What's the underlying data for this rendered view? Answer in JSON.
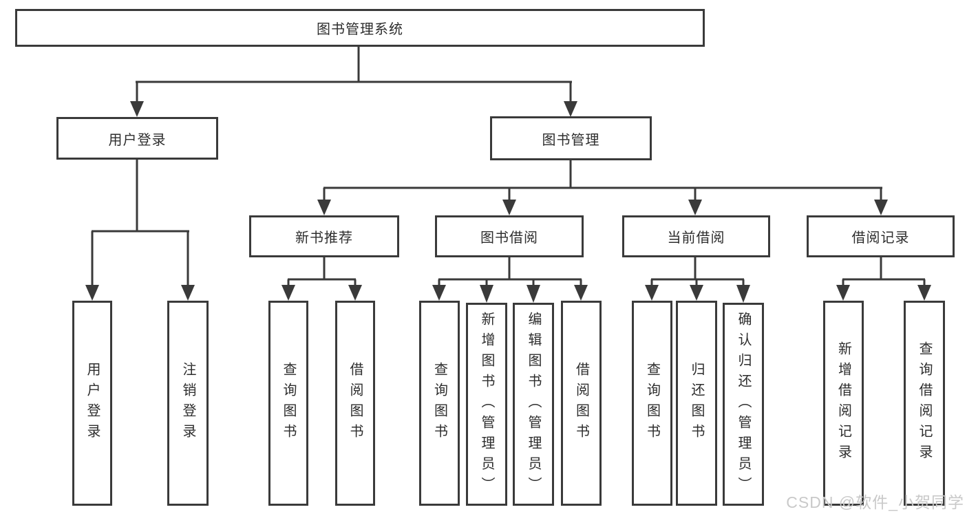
{
  "page": {
    "background": "#ffffff"
  },
  "colors": {
    "line": "#3a3a3a",
    "box_border": "#3a3a3a",
    "text": "#2d2d2d",
    "watermark": "#c9c9c9"
  },
  "watermark": {
    "text": "CSDN @软件_小贺同学"
  },
  "tree": {
    "label": "图书管理系统",
    "children": [
      {
        "label": "用户登录",
        "children": [
          {
            "label": "用户登录"
          },
          {
            "label": "注销登录"
          }
        ]
      },
      {
        "label": "图书管理",
        "children": [
          {
            "label": "新书推荐",
            "children": [
              {
                "label": "查询图书"
              },
              {
                "label": "借阅图书"
              }
            ]
          },
          {
            "label": "图书借阅",
            "children": [
              {
                "label": "查询图书"
              },
              {
                "label": "新增图书（管理员）"
              },
              {
                "label": "编辑图书（管理员）"
              },
              {
                "label": "借阅图书"
              }
            ]
          },
          {
            "label": "当前借阅",
            "children": [
              {
                "label": "查询图书"
              },
              {
                "label": "归还图书"
              },
              {
                "label": "确认归还（管理员）"
              }
            ]
          },
          {
            "label": "借阅记录",
            "children": [
              {
                "label": "新增借阅记录"
              },
              {
                "label": "查询借阅记录"
              }
            ]
          }
        ]
      }
    ]
  }
}
